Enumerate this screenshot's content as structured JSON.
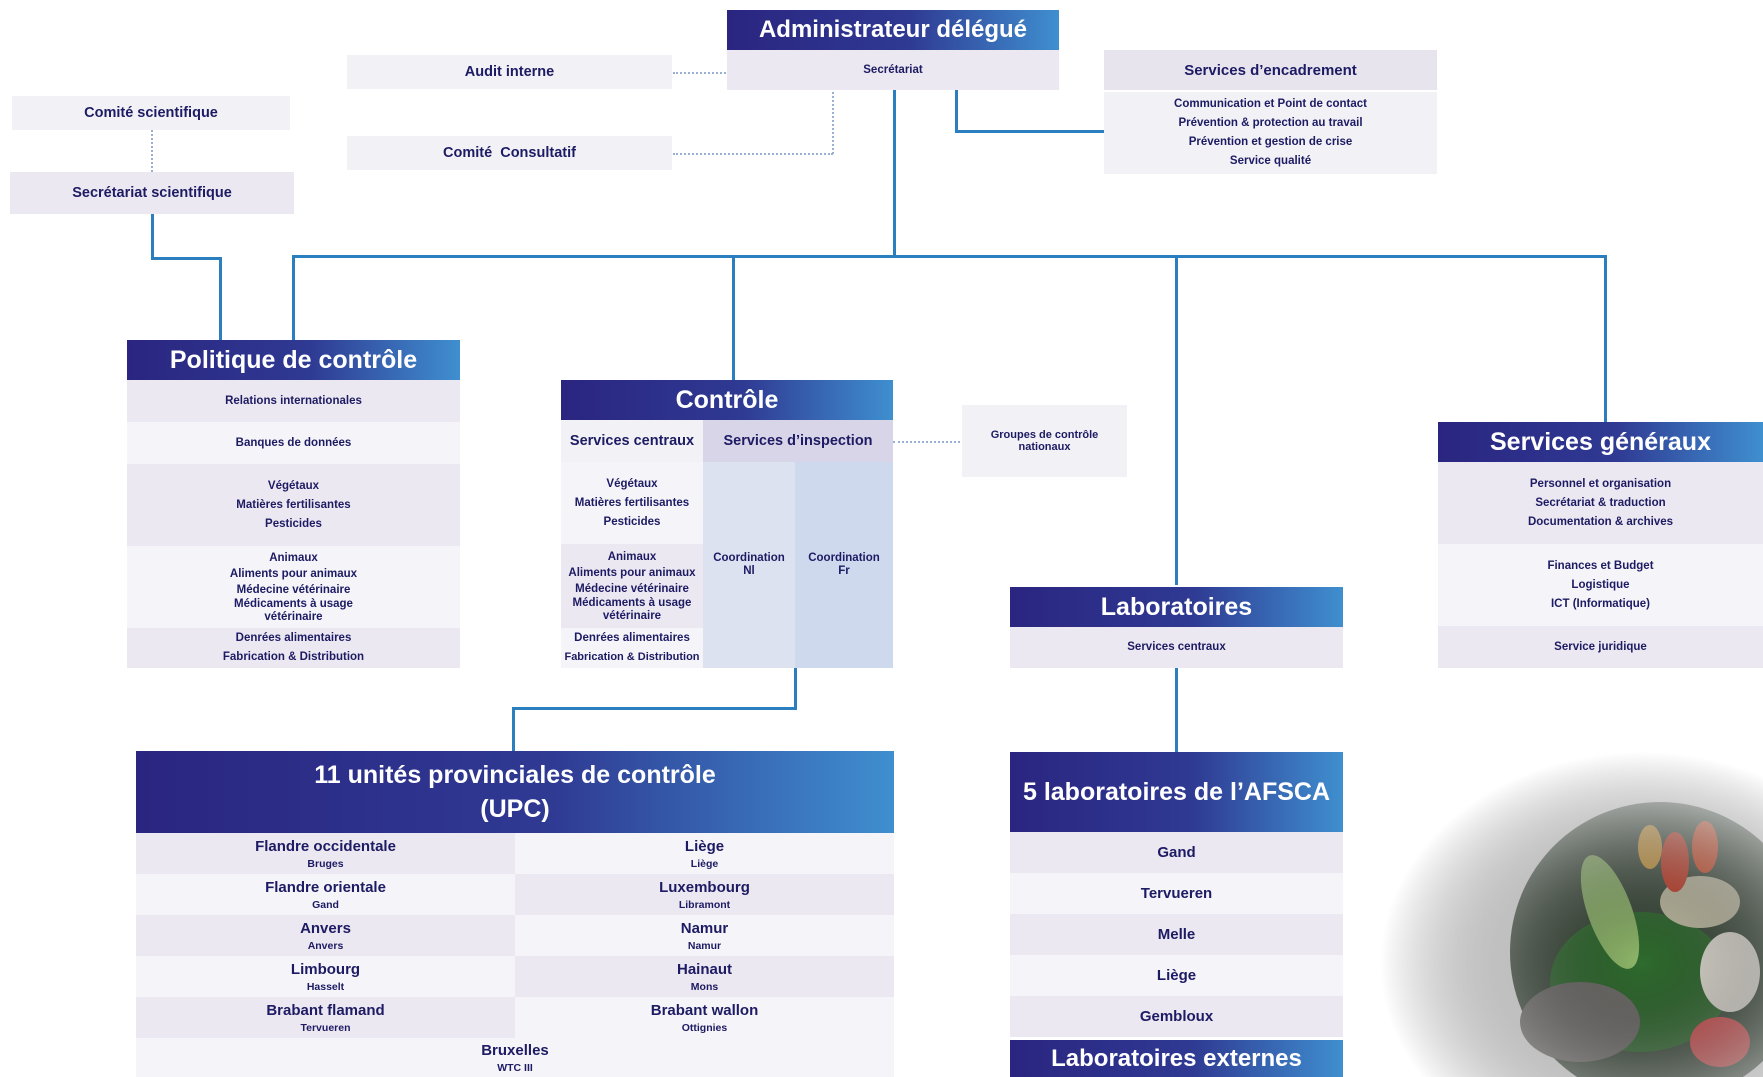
{
  "admin": {
    "title": "Administrateur délégué",
    "secretariat": "Secrétariat"
  },
  "audit": "Audit interne",
  "comite_consultatif": "Comité  Consultatif",
  "comite_scientifique": "Comité scientifique",
  "secretariat_scientifique": "Secrétariat scientifique",
  "encadrement": {
    "title": "Services d’encadrement",
    "items": [
      "Communication et Point de contact",
      "Prévention & protection au travail",
      "Prévention et gestion de crise",
      "Service qualité"
    ]
  },
  "politique": {
    "title": "Politique de contrôle",
    "g1": [
      "Relations internationales"
    ],
    "g2": [
      "Banques de données"
    ],
    "g3": [
      "Végétaux",
      "Matières fertilisantes",
      "Pesticides"
    ],
    "g4": [
      "Animaux",
      "Aliments pour animaux",
      "Médecine vétérinaire",
      "Médicaments à usage vétérinaire"
    ],
    "g5": [
      "Denrées alimentaires",
      "Fabrication & Distribution"
    ]
  },
  "controle": {
    "title": "Contrôle",
    "col_central": "Services centraux",
    "col_inspection": "Services d’inspection",
    "g3": [
      "Végétaux",
      "Matières fertilisantes",
      "Pesticides"
    ],
    "g4": [
      "Animaux",
      "Aliments pour animaux",
      "Médecine vétérinaire",
      "Médicaments à usage vétérinaire"
    ],
    "g5": [
      "Denrées alimentaires",
      "Fabrication & Distribution"
    ],
    "coord_nl": "Coordination Nl",
    "coord_fr": "Coordination Fr",
    "groupes": "Groupes de contrôle nationaux"
  },
  "generaux": {
    "title": "Services généraux",
    "g1": [
      "Personnel et organisation",
      "Secrétariat & traduction",
      "Documentation & archives"
    ],
    "g2": [
      "Finances et Budget",
      "Logistique",
      "ICT (Informatique)"
    ],
    "g3": [
      "Service juridique"
    ]
  },
  "laboratoires": {
    "title": "Laboratoires",
    "sub": "Services centraux"
  },
  "upc": {
    "title_line1": "11 unités provinciales de contrôle",
    "title_line2": "(UPC)",
    "left": [
      {
        "name": "Flandre occidentale",
        "city": "Bruges"
      },
      {
        "name": "Flandre orientale",
        "city": "Gand"
      },
      {
        "name": "Anvers",
        "city": "Anvers"
      },
      {
        "name": "Limbourg",
        "city": "Hasselt"
      },
      {
        "name": "Brabant flamand",
        "city": "Tervueren"
      }
    ],
    "right": [
      {
        "name": "Liège",
        "city": "Liège"
      },
      {
        "name": "Luxembourg",
        "city": "Libramont"
      },
      {
        "name": "Namur",
        "city": "Namur"
      },
      {
        "name": "Hainaut",
        "city": "Mons"
      },
      {
        "name": "Brabant wallon",
        "city": "Ottignies"
      }
    ],
    "last": {
      "name": "Bruxelles",
      "city": "WTC III"
    }
  },
  "labs5": {
    "title": "5 laboratoires de l’AFSCA",
    "items": [
      "Gand",
      "Tervueren",
      "Melle",
      "Liège",
      "Gembloux"
    ]
  },
  "labs_ext": {
    "title": "Laboratoires externes"
  },
  "colors": {
    "header_dark": "#2a2580",
    "header_light": "#3f8fcf",
    "connector": "#2b7fbf",
    "band": "#ece8f1"
  }
}
